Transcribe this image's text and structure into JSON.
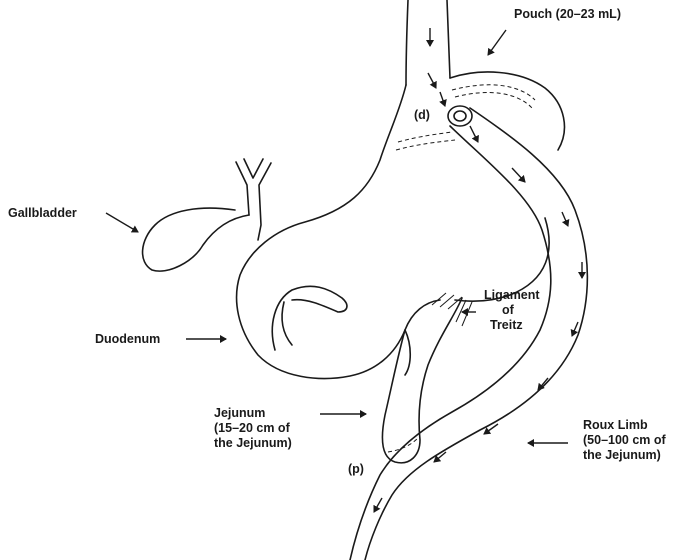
{
  "labels": {
    "pouch": "Pouch (20–23 mL)",
    "d_marker": "(d)",
    "gallbladder": "Gallbladder",
    "ligament": [
      "Ligament",
      "of",
      "Treitz"
    ],
    "duodenum": "Duodenum",
    "jejunum": [
      "Jejunum",
      "(15–20 cm of",
      "the Jejunum)"
    ],
    "p_marker": "(p)",
    "roux": [
      "Roux Limb",
      "(50–100 cm of",
      "the Jejunum)"
    ]
  },
  "colors": {
    "ink": "#1a1a1a",
    "background": "#ffffff"
  }
}
